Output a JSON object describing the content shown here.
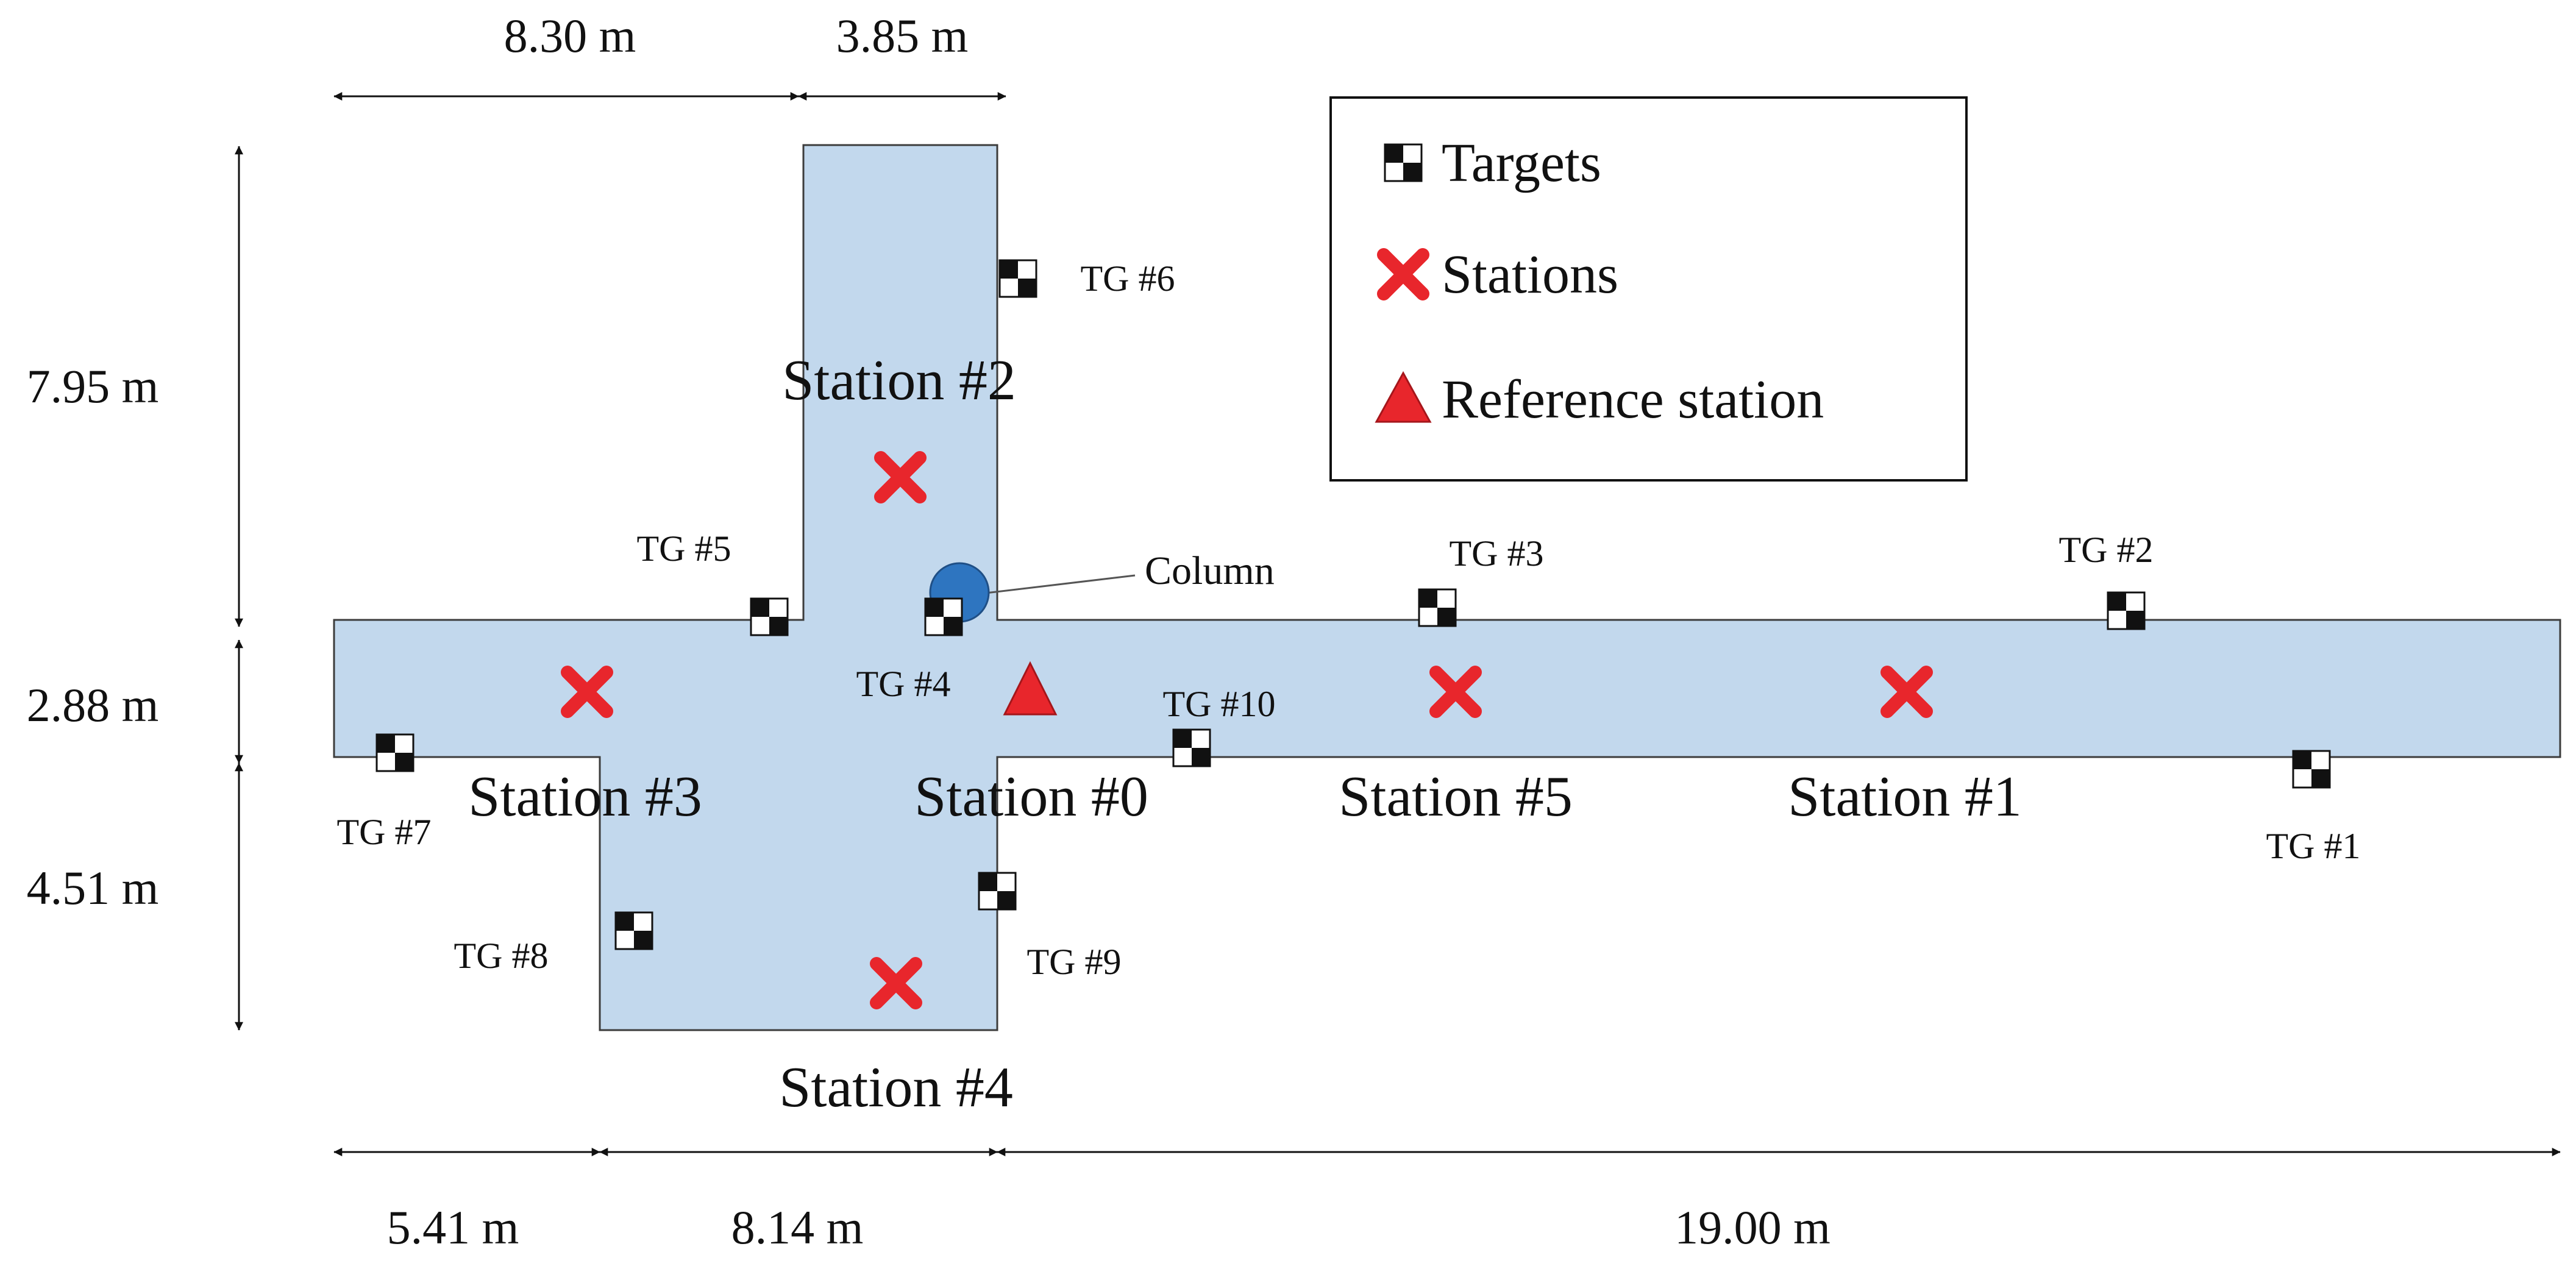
{
  "dimensions": {
    "top_left": "8.30 m",
    "top_mid": "3.85 m",
    "left_top": "7.95 m",
    "left_mid": "2.88 m",
    "left_bottom": "4.51 m",
    "bottom_left": "5.41 m",
    "bottom_mid": "8.14 m",
    "bottom_right": "19.00 m"
  },
  "stations": {
    "s0": "Station #0",
    "s1": "Station #1",
    "s2": "Station #2",
    "s3": "Station #3",
    "s4": "Station #4",
    "s5": "Station #5"
  },
  "targets": {
    "tg1": "TG #1",
    "tg2": "TG #2",
    "tg3": "TG #3",
    "tg4": "TG #4",
    "tg5": "TG #5",
    "tg6": "TG #6",
    "tg7": "TG #7",
    "tg8": "TG #8",
    "tg9": "TG #9",
    "tg10": "TG #10"
  },
  "column_label": "Column",
  "legend": {
    "targets": "Targets",
    "stations": "Stations",
    "reference": "Reference station"
  },
  "colors": {
    "corridor_fill": "#c2d8ed",
    "station_marker": "#e8262c",
    "column": "#2e75c0"
  }
}
